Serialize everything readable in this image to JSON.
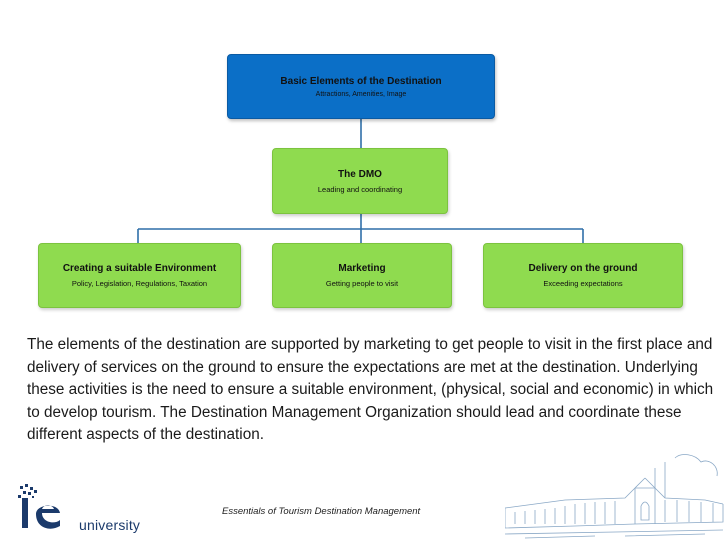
{
  "diagram": {
    "top": {
      "title": "Basic Elements of the Destination",
      "subtitle": "Attractions, Amenities,  Image"
    },
    "dmo": {
      "title": "The DMO",
      "subtitle": "Leading and coordinating"
    },
    "children": [
      {
        "title": "Creating a suitable Environment",
        "subtitle": "Policy, Legislation, Regulations, Taxation"
      },
      {
        "title": "Marketing",
        "subtitle": "Getting people to visit"
      },
      {
        "title": "Delivery on the ground",
        "subtitle": "Exceeding expectations"
      }
    ]
  },
  "paragraph": "The elements of the destination are supported by marketing to get people to visit in the first place and delivery of services on the ground to ensure the expectations are met at the destination. Underlying these activities is the need to ensure a suitable environment, (physical, social and economic) in which to develop tourism. The Destination Management Organization should lead and coordinate these different aspects of the destination.",
  "footer": {
    "caption": "Essentials of Tourism Destination Management",
    "logo_text": "university"
  },
  "colors": {
    "top_box": "#0b6fc7",
    "green_box": "#8fdb4f",
    "connector": "#2f6fa8",
    "logo_blue": "#1b3a6b"
  }
}
